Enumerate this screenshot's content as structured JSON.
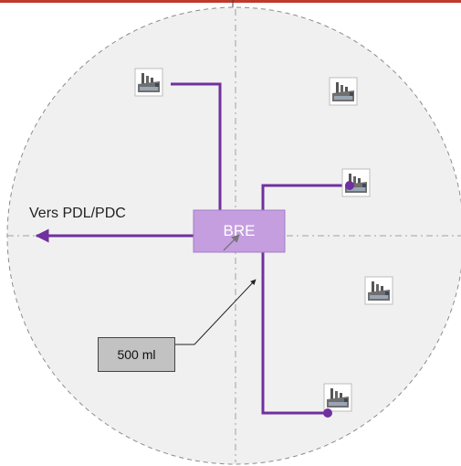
{
  "diagram": {
    "export_label": "Vers PDL/PDC",
    "hub_label": "BRE",
    "distance_label": "500 ml"
  },
  "colors": {
    "zone_fill": "#f0f0f0",
    "zone_border": "#8c8c8c",
    "pipe": "#7030a0",
    "hub_fill": "#c59ee0",
    "top_rule": "#c0392b"
  },
  "icons": {
    "plant": "factory-icon"
  }
}
